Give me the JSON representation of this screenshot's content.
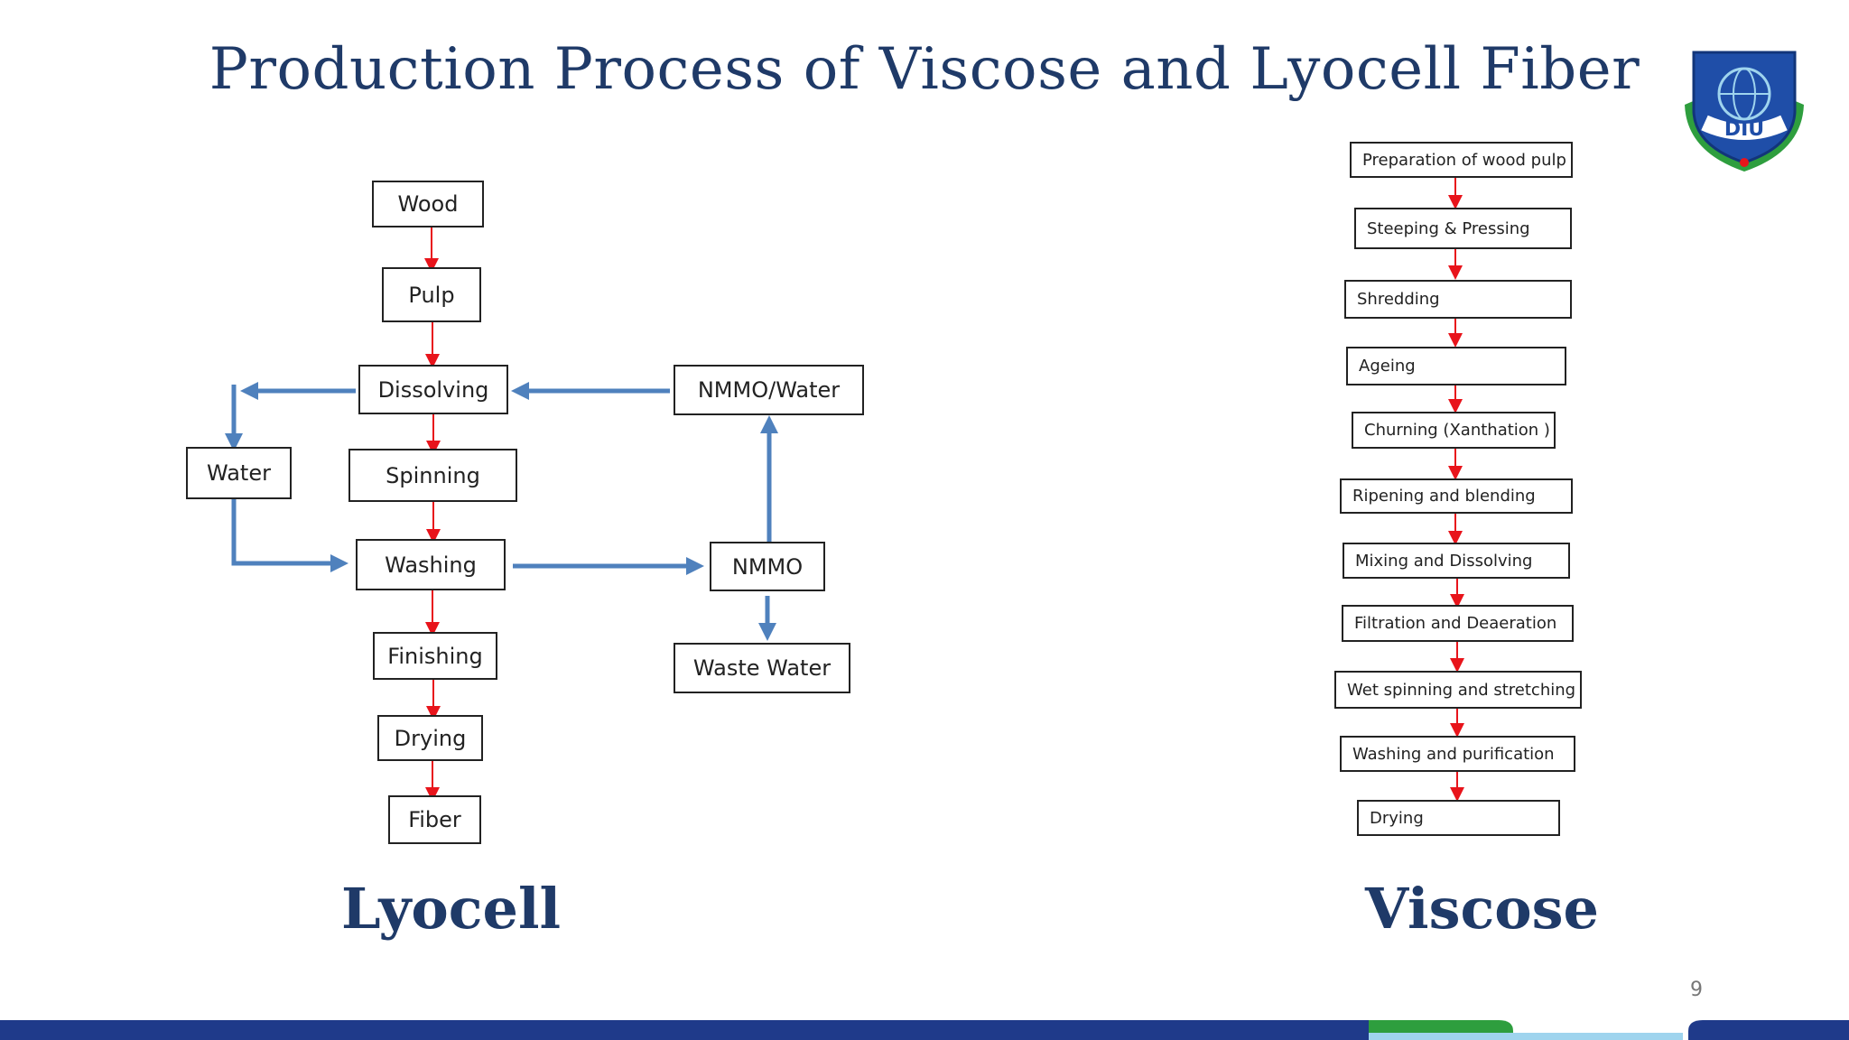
{
  "title": "Production Process of Viscose and Lyocell Fiber",
  "lyocell": {
    "caption": "Lyocell",
    "steps": {
      "wood": "Wood",
      "pulp": "Pulp",
      "dissolving": "Dissolving",
      "spinning": "Spinning",
      "washing": "Washing",
      "finishing": "Finishing",
      "drying": "Drying",
      "fiber": "Fiber",
      "water": "Water",
      "nmmo_water": "NMMO/Water",
      "nmmo": "NMMO",
      "waste_water": "Waste Water"
    }
  },
  "viscose": {
    "caption": "Viscose",
    "steps": [
      "Preparation of wood pulp",
      "Steeping & Pressing",
      "Shredding",
      "Ageing",
      "Churning (Xanthation )",
      "Ripening and blending",
      "Mixing and Dissolving",
      "Filtration and Deaeration",
      "Wet spinning and stretching",
      "Washing and purification",
      "Drying"
    ]
  },
  "logo": {
    "text": "DIU"
  },
  "page_number": "9",
  "colors": {
    "title": "#1f3a68",
    "process_arrow": "#e8141b",
    "recycle_arrow": "#4f81bd",
    "footer_blue": "#1f3a8a",
    "footer_green": "#2e9e3e",
    "footer_light": "#9fd4ee"
  }
}
